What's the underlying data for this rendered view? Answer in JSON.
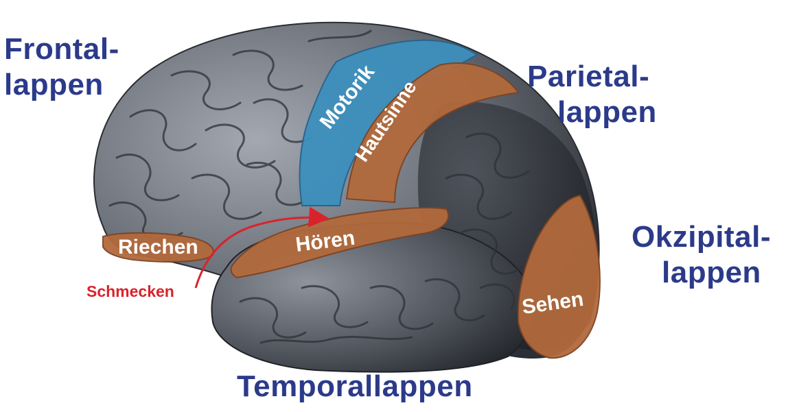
{
  "colors": {
    "lobe_text": "#2b3a8a",
    "motor_region": "#3d8fbd",
    "sensory_region": "#b26a3c",
    "red_text": "#d9232b",
    "brain_dark": "#3a3d44",
    "brain_light": "#8a8f98"
  },
  "lobes": {
    "frontal": {
      "line1": "Frontal-",
      "line2": "lappen"
    },
    "parietal": {
      "line1": "Parietal-",
      "line2": "lappen"
    },
    "occipital": {
      "line1": "Okzipital-",
      "line2": "lappen"
    },
    "temporal": {
      "line1": "Temporallappen"
    }
  },
  "regions": {
    "motor": "Motorik",
    "somatosensory": "Hautsinne",
    "hearing": "Hören",
    "smell": "Riechen",
    "vision": "Sehen",
    "taste": "Schmecken"
  }
}
